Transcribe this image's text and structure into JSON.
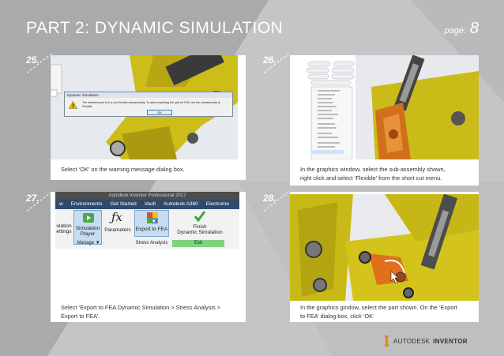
{
  "header": {
    "title": "PART 2: DYNAMIC SIMULATION",
    "page_label": "page:",
    "page_number": "8"
  },
  "steps": [
    {
      "number": "25.",
      "caption": "Select ‘OK’ on the warning message dialog box.",
      "dialog": {
        "title": "Dynamic Simulation",
        "message": "The selected part is in a non-flexible subassembly. To allow exporting the part for FEA, set the subassembly to Flexible.",
        "ok_label": "OK"
      }
    },
    {
      "number": "26.",
      "caption_lines": [
        "In the graphics window, select the sub-assembly shown,",
        "right click and select ‘Flexible’ from the short cut menu."
      ]
    },
    {
      "number": "27.",
      "caption_lines": [
        "Select ‘Export to FEA Dynamic Simulation > Stress Analysis >",
        "Export to FEA’."
      ],
      "ribbon": {
        "window_title": "Autodesk Inventor Professional 2017",
        "tabs": [
          "w",
          "Environments",
          "Get Started",
          "Vault",
          "Autodesk A360",
          "Electrome"
        ],
        "buttons": {
          "simulation_settings": "ulation\nettings",
          "simulation_player": "Simulation\nPlayer",
          "parameters": "Parameters",
          "export_fea": "Export to FEA",
          "finish": "Finish\nDynamic Simulation"
        },
        "groups": {
          "manage": "Manage ▼",
          "stress_analysis": "Stress Analysis",
          "exit": "Exit"
        }
      }
    },
    {
      "number": "28.",
      "caption_lines": [
        "In the graphics gindow, select the part shown. On the ‘Export",
        "to FEA’ dialog box, click ‘OK’"
      ]
    }
  ],
  "footer": {
    "logo_brand": "AUTODESK",
    "logo_product": "INVENTOR"
  },
  "colors": {
    "machine_yellow": "#d4c21c",
    "background_gray": "#b5b6b8",
    "ribbon_blue": "#2f4a6e",
    "highlight_orange": "#e0701c"
  }
}
